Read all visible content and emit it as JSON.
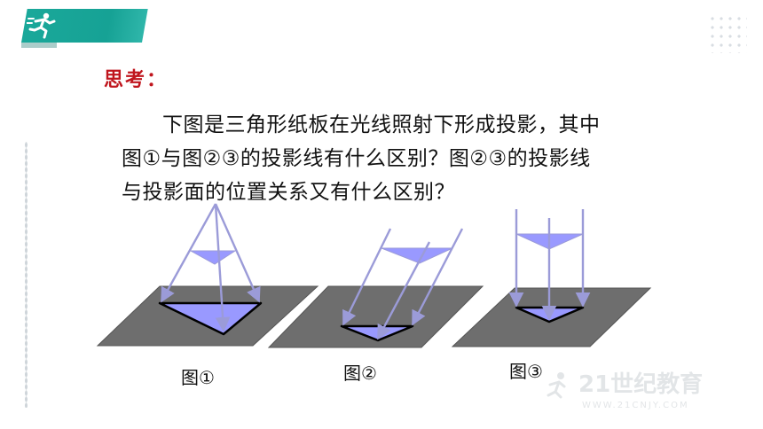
{
  "slide": {
    "heading": "思考：",
    "paragraph_line1": "下图是三角形纸板在光线照射下形成投影，其中",
    "paragraph_line2": "图①与图②③的投影线有什么区别？图②③的投影线",
    "paragraph_line3": "与投影面的位置关系又有什么区别？"
  },
  "figures": [
    {
      "caption": "图①"
    },
    {
      "caption": "图②"
    },
    {
      "caption": "图③"
    }
  ],
  "watermark": {
    "brand": "21世纪教育",
    "url": "WWW.21CNJY.COM"
  },
  "colors": {
    "accent_teal": "#16a295",
    "heading_red": "#c0161e",
    "plane_gray": "#6e6e6e",
    "triangle_fill": "#9999ff",
    "ray_color": "#9b9bd8"
  },
  "icons": {
    "badge": "running-person-icon"
  }
}
